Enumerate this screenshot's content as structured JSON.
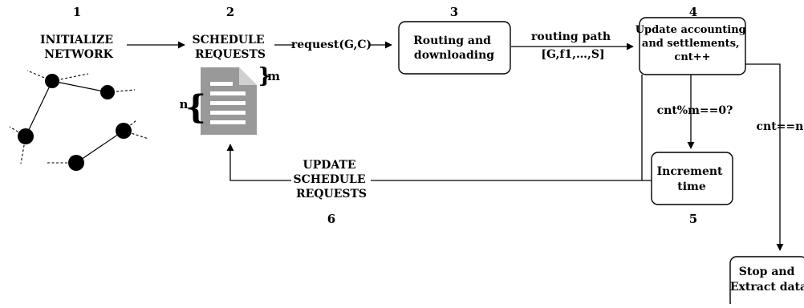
{
  "steps": {
    "s1": {
      "number": "1",
      "lines": [
        "INITIALIZE",
        "NETWORK"
      ]
    },
    "s2": {
      "number": "2",
      "lines": [
        "SCHEDULE",
        "REQUESTS"
      ]
    },
    "s3": {
      "number": "3",
      "lines": [
        "Routing and",
        "downloading"
      ]
    },
    "s4": {
      "number": "4",
      "lines": [
        "Update accounting",
        "and settlements,",
        "cnt++"
      ]
    },
    "s5": {
      "number": "5",
      "lines": [
        "Increment",
        "time"
      ]
    },
    "s6": {
      "number": "6",
      "lines": [
        "UPDATE",
        "SCHEDULE",
        "REQUESTS"
      ]
    },
    "stop": {
      "lines": [
        "Stop and",
        "Extract data"
      ]
    }
  },
  "edges": {
    "request": "request(G,C)",
    "routing_path": [
      "routing path",
      "[G,f1,…,S]"
    ],
    "cnt_mod_m": "cnt%m==0?",
    "cnt_eq_n": "cnt==n?"
  },
  "document": {
    "brace_left_label": "n",
    "brace_right_label": "m"
  },
  "colors": {
    "document_gray": "#999999",
    "stroke": "#000000"
  }
}
